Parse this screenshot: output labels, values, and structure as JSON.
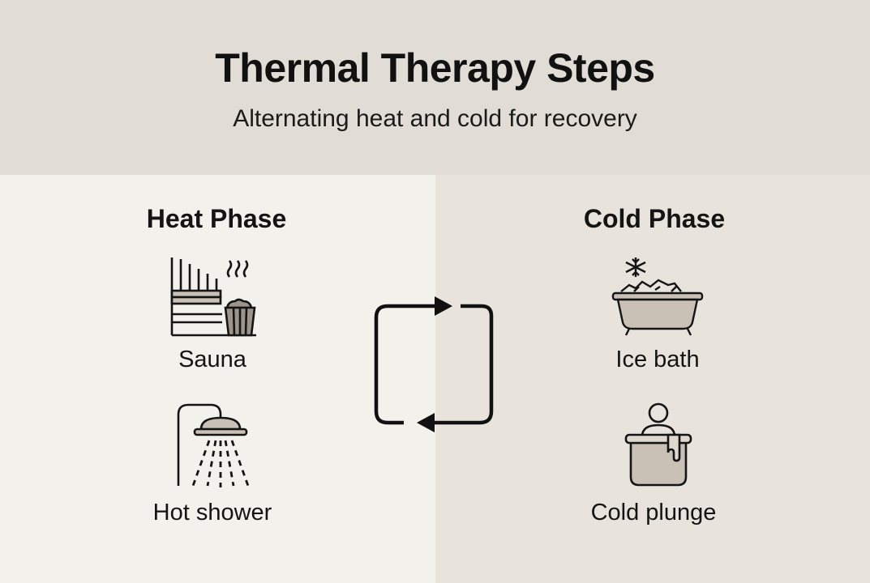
{
  "header": {
    "title": "Thermal Therapy Steps",
    "subtitle": "Alternating heat and cold for recovery"
  },
  "heat_phase": {
    "title": "Heat Phase",
    "items": [
      {
        "label": "Sauna",
        "icon": "sauna-icon"
      },
      {
        "label": "Hot shower",
        "icon": "shower-icon"
      }
    ]
  },
  "cold_phase": {
    "title": "Cold Phase",
    "items": [
      {
        "label": "Ice bath",
        "icon": "ice-bath-icon"
      },
      {
        "label": "Cold plunge",
        "icon": "cold-plunge-icon"
      }
    ]
  },
  "cycle": {
    "icon": "cycle-arrows-icon"
  },
  "colors": {
    "header_bg": "#e1ddd6",
    "left_bg": "#f2f1ec",
    "right_bg": "#e8e4dd",
    "icon_fill": "#c9c1b6",
    "ink": "#141414"
  }
}
